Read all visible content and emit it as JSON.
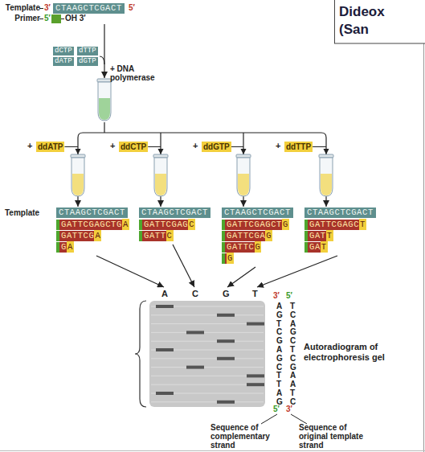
{
  "diagram": {
    "title": "Dideox (San",
    "nodes": [
      {
        "text": [
          "CTAAGCTCGACT"
        ]
      },
      {
        "text": [
          "dCTP"
        ]
      },
      {
        "text": [
          "dTTP"
        ]
      },
      {
        "text": [
          "dATP"
        ]
      },
      {
        "text": [
          "dGTP"
        ]
      },
      {
        "text": [
          "+",
          "ddATP"
        ]
      },
      {
        "text": [
          "+",
          "ddCTP"
        ]
      },
      {
        "text": [
          "+",
          "ddGTP"
        ]
      },
      {
        "text": [
          "+",
          "ddTTP"
        ]
      },
      {
        "text": [
          "CTAAGCTCGACT"
        ]
      },
      {
        "text": [
          "GATTCGAGCTGA"
        ]
      },
      {
        "text": [
          "GATTCGA"
        ]
      },
      {
        "text": [
          "GA"
        ]
      },
      {
        "text": [
          "CTAAGCTCGACT"
        ]
      },
      {
        "text": [
          "GATTCGAGC"
        ]
      },
      {
        "text": [
          "GATTC"
        ]
      },
      {
        "text": [
          "CTAAGCTCGACT"
        ]
      },
      {
        "text": [
          "GATTCGAGCTG"
        ]
      },
      {
        "text": [
          "GATTCGAG"
        ]
      },
      {
        "text": [
          "GATTCG"
        ]
      },
      {
        "text": [
          "G"
        ]
      },
      {
        "text": [
          "CTAAGCTCGACT"
        ]
      },
      {
        "text": [
          "GATTCGAGCT"
        ]
      },
      {
        "text": [
          "GATT"
        ]
      },
      {
        "text": [
          "GAT"
        ]
      }
    ],
    "edges": [
      {
        "from": 5,
        "to": 9,
        "arrow": "to"
      },
      {
        "from": 6,
        "to": 13,
        "arrow": "to"
      },
      {
        "from": 7,
        "to": 16,
        "arrow": "to"
      },
      {
        "from": 8,
        "to": 21,
        "arrow": "to"
      }
    ],
    "labels": [
      "Template",
      "3′",
      "5′",
      "Primer",
      "5′",
      "OH 3′",
      "+ DNA polymerase",
      "Template",
      "A",
      "C",
      "G",
      "T",
      "3′",
      "5′",
      "A",
      "G",
      "T",
      "C",
      "G",
      "A",
      "G",
      "C",
      "T",
      "T",
      "A",
      "G",
      "T",
      "C",
      "A",
      "G",
      "C",
      "T",
      "C",
      "G",
      "A",
      "A",
      "T",
      "C",
      "5′",
      "3′",
      "Autoradiogram of electrophoresis gel",
      "Sequence of complementary strand",
      "Sequence of original template strand"
    ]
  }
}
